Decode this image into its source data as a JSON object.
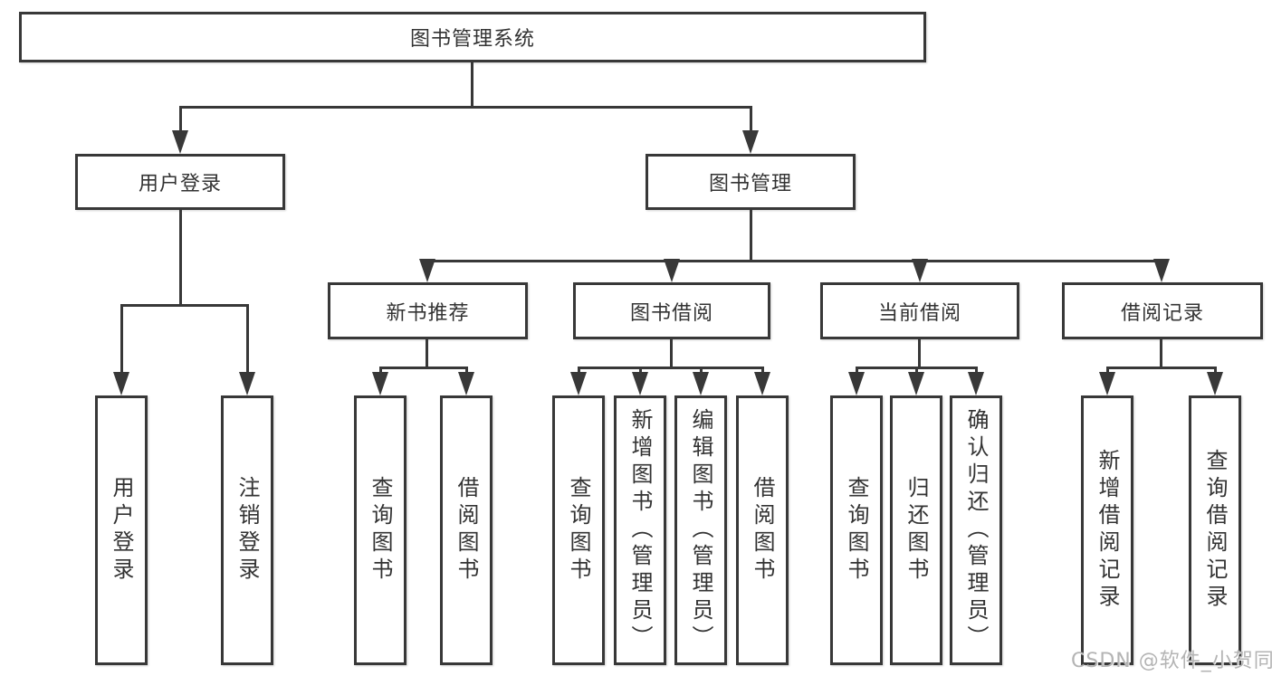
{
  "diagram": {
    "title": "图书管理系统",
    "branches": [
      {
        "label": "用户登录",
        "leaves": [
          "用户登录",
          "注销登录"
        ]
      },
      {
        "label": "图书管理",
        "groups": [
          {
            "label": "新书推荐",
            "leaves": [
              "查询图书",
              "借阅图书"
            ]
          },
          {
            "label": "图书借阅",
            "leaves": [
              "查询图书",
              "新增图书（管理员）",
              "编辑图书（管理员）",
              "借阅图书"
            ]
          },
          {
            "label": "当前借阅",
            "leaves": [
              "查询图书",
              "归还图书",
              "确认归还（管理员）"
            ]
          },
          {
            "label": "借阅记录",
            "leaves": [
              "新增借阅记录",
              "查询借阅记录"
            ]
          }
        ]
      }
    ]
  },
  "watermark": {
    "text": "CSDN @软件_小贺同学"
  },
  "colors": {
    "line": "#383838",
    "text": "#333333",
    "background": "#ffffff",
    "watermark": "#b4b4b4"
  }
}
